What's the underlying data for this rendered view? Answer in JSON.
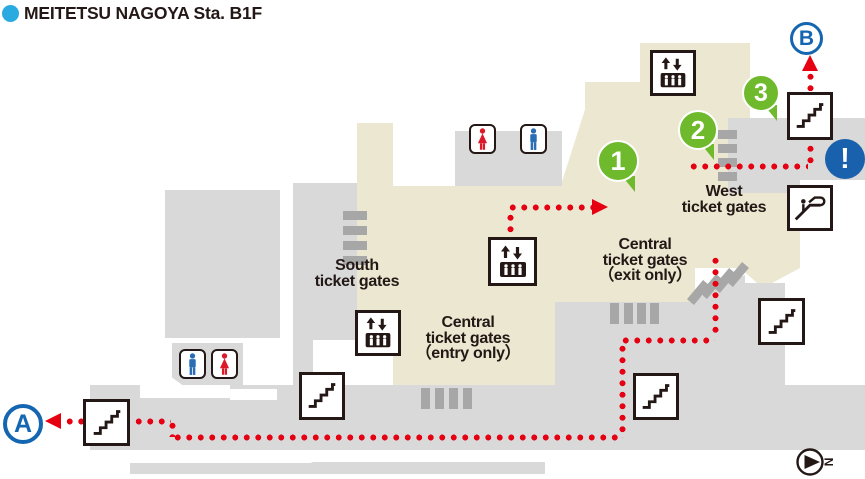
{
  "header": {
    "title": "MEITETSU NAGOYA Sta. B1F"
  },
  "labels": {
    "south": [
      "South",
      "ticket gates"
    ],
    "central_entry": [
      "Central",
      "ticket gates",
      "（entry only）"
    ],
    "central_exit": [
      "Central",
      "ticket gates",
      "（exit only）"
    ],
    "west": [
      "West",
      "ticket gates"
    ]
  },
  "markers": {
    "route_1": "1",
    "route_2": "2",
    "route_3": "3",
    "exit_a": "A",
    "exit_b": "B",
    "alert": "!",
    "compass_north": "N"
  },
  "icons": {
    "elevator": "up-down-arrows-with-cabin",
    "stairs": "staircase-steps",
    "escalator": "diagonal-escalator-with-person",
    "toilet_men": "man-figure",
    "toilet_women": "woman-figure",
    "alert": "exclamation-mark",
    "compass": "north-triangle-pointing-right"
  },
  "colors": {
    "station_area": "#ebe7d1",
    "corridor": "#d9d9da",
    "gate_bar": "#a7a7a8",
    "route_red": "#e50012",
    "marker_green": "#6fba2c",
    "marker_blue": "#1566b0",
    "alert_blue": "#1961ac",
    "title_bullet": "#29abe2",
    "text": "#231815"
  }
}
